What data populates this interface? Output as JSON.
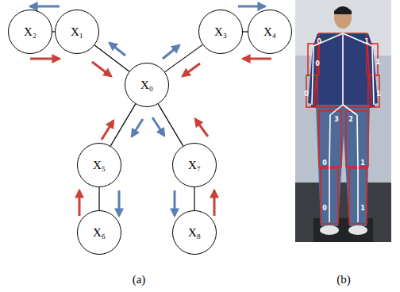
{
  "diagram": {
    "nodes": [
      {
        "text": [
          "X₂"
        ]
      },
      {
        "text": [
          "X₁"
        ]
      },
      {
        "text": [
          "X₃"
        ]
      },
      {
        "text": [
          "X₄"
        ]
      },
      {
        "text": [
          "X₀"
        ]
      },
      {
        "text": [
          "X₅"
        ]
      },
      {
        "text": [
          "X₇"
        ]
      },
      {
        "text": [
          "X₆"
        ]
      },
      {
        "text": [
          "X₈"
        ]
      }
    ],
    "edges": [
      {
        "from": 0,
        "to": 1,
        "arrow": "none"
      },
      {
        "from": 1,
        "to": 4,
        "arrow": "none"
      },
      {
        "from": 4,
        "to": 2,
        "arrow": "none"
      },
      {
        "from": 2,
        "to": 3,
        "arrow": "none"
      },
      {
        "from": 4,
        "to": 5,
        "arrow": "none"
      },
      {
        "from": 5,
        "to": 7,
        "arrow": "none"
      },
      {
        "from": 4,
        "to": 6,
        "arrow": "none"
      },
      {
        "from": 6,
        "to": 8,
        "arrow": "none"
      }
    ],
    "labels": [
      "(a)",
      "(b)",
      "0",
      "1",
      "0",
      "1",
      "0",
      "1",
      "3",
      "2",
      "0",
      "1",
      "0",
      "1"
    ]
  }
}
